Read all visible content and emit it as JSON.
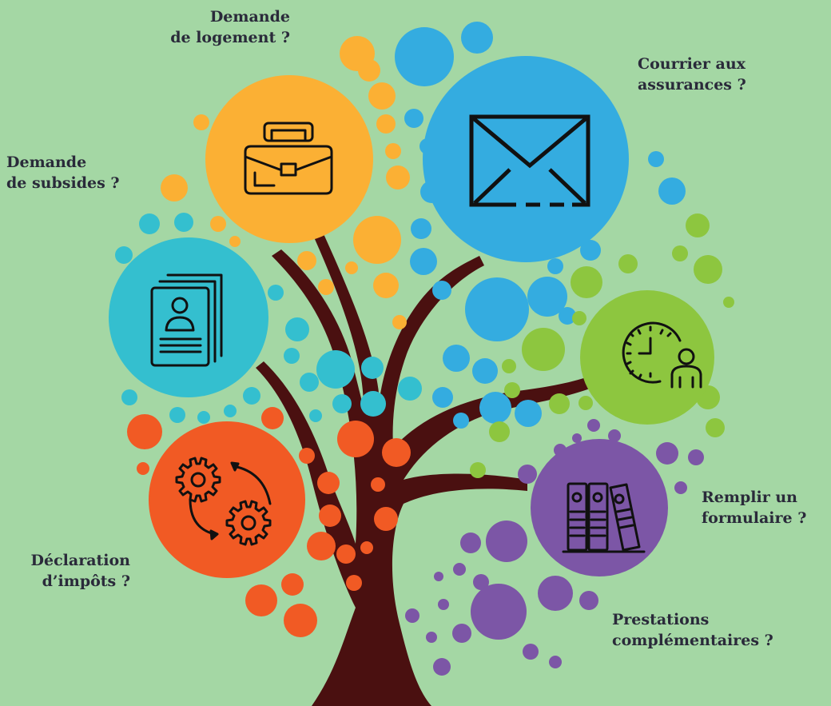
{
  "colors": {
    "background": "#a4d7a4",
    "trunk": "#4a1010",
    "yellow": "#fbb034",
    "blue": "#34ace0",
    "teal": "#34bfcf",
    "green": "#8dc63f",
    "red": "#f15a24",
    "purple": "#7c56a6",
    "icon_stroke": "#111111",
    "text": "#2a2a3a"
  },
  "labels": {
    "logement": [
      "Demande",
      "de logement ?"
    ],
    "assurances": [
      "Courrier aux",
      "assurances ?"
    ],
    "subsides": [
      "Demande",
      "de subsides ?"
    ],
    "formulaire": [
      "Remplir un",
      "formulaire ?"
    ],
    "impots": [
      "Déclaration",
      "d’impôts ?"
    ],
    "prestations": [
      "Prestations",
      "complémentaires ?"
    ]
  },
  "icons": {
    "briefcase": "briefcase-icon",
    "envelope": "envelope-icon",
    "documents": "profile-documents-icon",
    "clock": "clock-person-icon",
    "gears": "gears-cycle-icon",
    "binders": "binders-icon"
  }
}
